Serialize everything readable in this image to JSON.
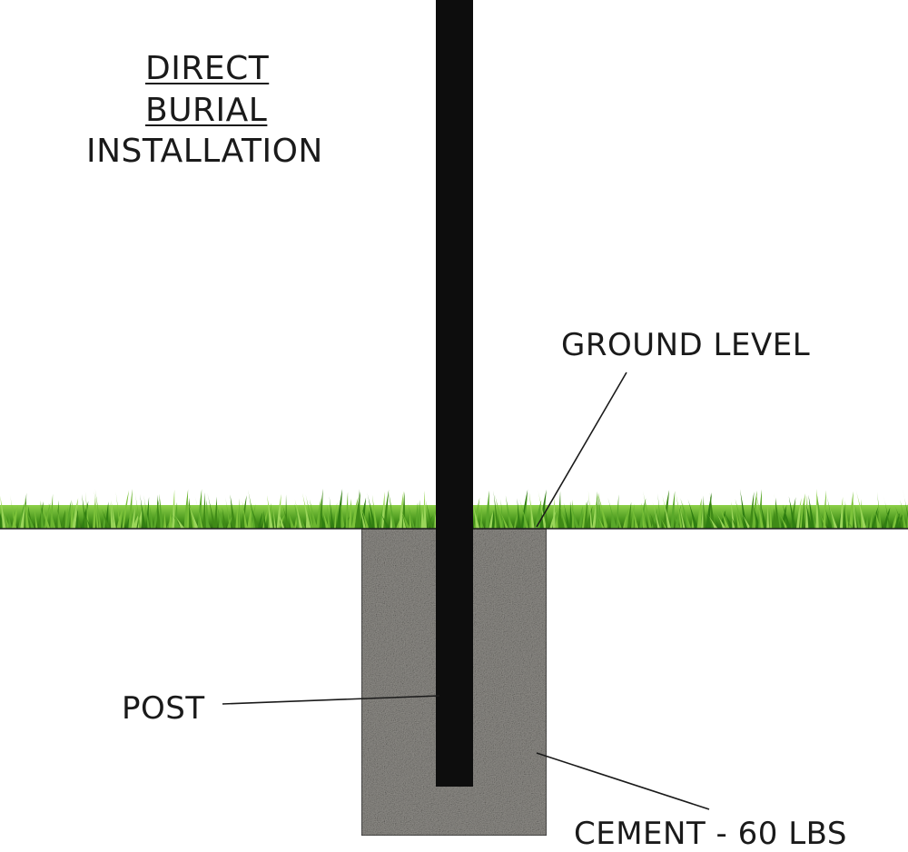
{
  "title": {
    "lines": [
      "DIRECT",
      "BURIAL",
      "INSTALLATION"
    ]
  },
  "labels": {
    "ground_level": "GROUND LEVEL",
    "post": "POST",
    "cement": "CEMENT - 60 LBS"
  },
  "colors": {
    "post": "#0d0d0d",
    "grass_dark": "#2f7d12",
    "grass_light": "#7cc23a",
    "cement": "#8f8d88",
    "cement_border": "#3a3a3a",
    "leader": "#1a1a1a",
    "text": "#1a1a1a"
  }
}
